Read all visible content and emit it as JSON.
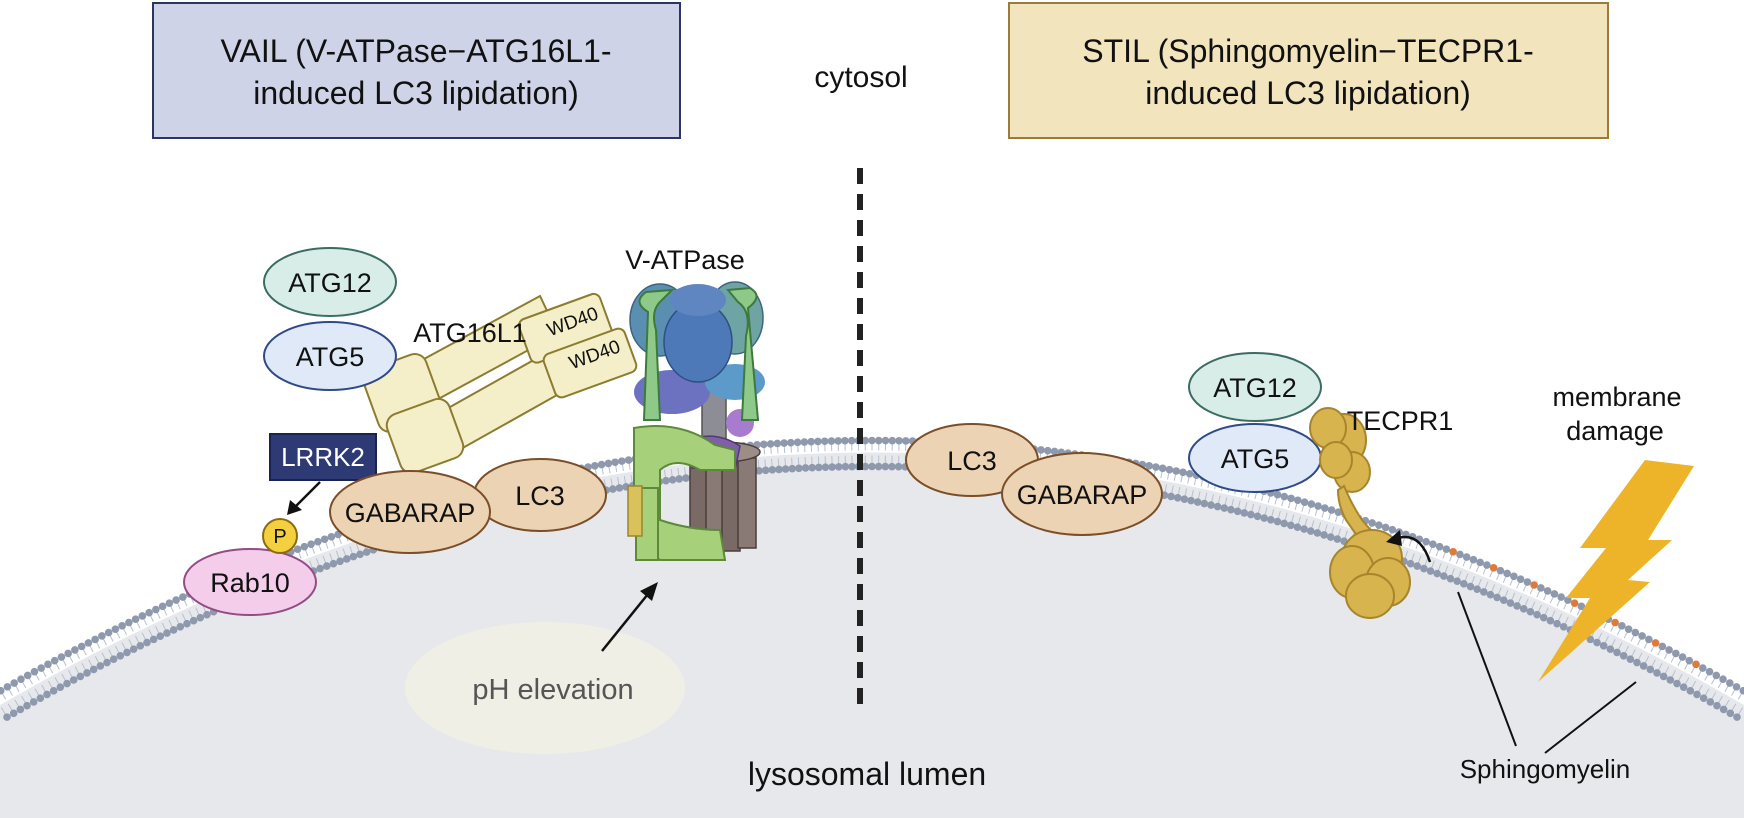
{
  "header": {
    "vail_line1": "VAIL (V-ATPase−ATG16L1-",
    "vail_line2": "induced LC3 lipidation)",
    "cytosol": "cytosol",
    "stil_line1": "STIL (Sphingomyelin−TECPR1-",
    "stil_line2": "induced LC3 lipidation)"
  },
  "vail": {
    "atg12": "ATG12",
    "atg5": "ATG5",
    "atg16l1": "ATG16L1",
    "wd40_top": "WD40",
    "wd40_bottom": "WD40",
    "vatpase": "V-ATPase",
    "lrrk2": "LRRK2",
    "phospho": "P",
    "rab10": "Rab10",
    "gabarap": "GABARAP",
    "lc3": "LC3",
    "ph_elevation": "pH elevation"
  },
  "stil": {
    "lc3": "LC3",
    "gabarap": "GABARAP",
    "atg12": "ATG12",
    "atg5": "ATG5",
    "tecpr1": "TECPR1",
    "membrane_damage_line1": "membrane",
    "membrane_damage_line2": "damage",
    "sphingomyelin": "Sphingomyelin"
  },
  "lumen": "lysosomal lumen",
  "colors": {
    "vail_box_fill": "#cfd3e8",
    "vail_box_stroke": "#2a3566",
    "stil_box_fill": "#f2e4bd",
    "stil_box_stroke": "#9c7a3a",
    "lumen_fill": "#e7e8ec",
    "membrane_head": "#8e99ad",
    "atg12_fill": "#d9ede8",
    "atg5_fill": "#dfe9f7",
    "lc3_fill": "#ecd3b3",
    "lrrk2_fill": "#2e3a74",
    "rab10_fill": "#f3cdea",
    "tecpr1_fill": "#d8b44e",
    "lightning": "#edb42a",
    "sphingomyelin_head": "#e07a3b"
  }
}
